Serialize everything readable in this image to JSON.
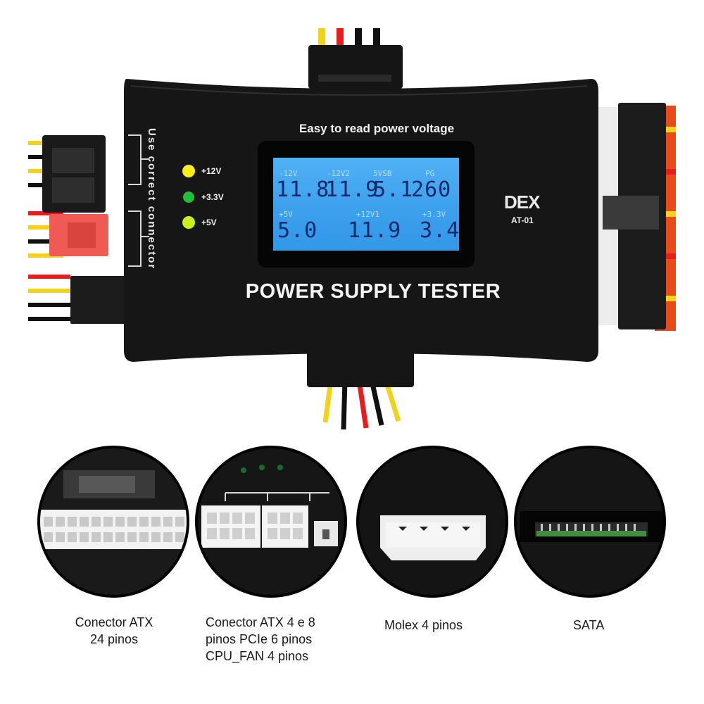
{
  "device": {
    "headline": "Easy to read power voltage",
    "title": "POWER SUPPLY TESTER",
    "side_text": "Use correct connector",
    "brand": "DEX",
    "model": "AT-01",
    "leds": [
      {
        "label": "+12V",
        "color": "#f4ef1a"
      },
      {
        "label": "+3.3V",
        "color": "#1fbf3a"
      },
      {
        "label": "+5V",
        "color": "#c8f01a"
      }
    ],
    "lcd": {
      "top_labels": [
        "-12V",
        "-12V2",
        "5VSB",
        "PG"
      ],
      "top_values": [
        "11.8",
        "11.9",
        "5.1",
        "260"
      ],
      "bottom_labels": [
        "+5V",
        "+12V1",
        "+3.3V"
      ],
      "bottom_values": [
        "5.0",
        "11.9",
        "3.4"
      ],
      "background": "#3aa6f0"
    }
  },
  "connectors": [
    {
      "caption": "Conector ATX\n24 pinos"
    },
    {
      "caption": "Conector ATX 4 e 8\npinos PCIe 6 pinos\nCPU_FAN 4 pinos"
    },
    {
      "caption": "Molex 4 pinos"
    },
    {
      "caption": "SATA"
    }
  ]
}
